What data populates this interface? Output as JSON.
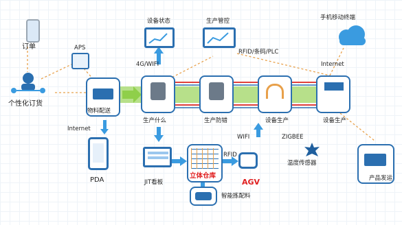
{
  "labels": {
    "order": "订单",
    "aps": "APS",
    "personal_order": "个性化订货",
    "material_delivery": "物料配送",
    "internet_left": "Internet",
    "pda": "PDA",
    "device_status": "设备状态",
    "production_control": "生产管控",
    "mobile_terminal": "手机移动终端",
    "link_4g_wifi": "4G/WIFI",
    "link_rfid_barcode_plc": "RFID/条码/PLC",
    "internet_right": "Internet",
    "produce_what": "生产什么",
    "production_error_proof": "生产防错",
    "device_production_1": "设备生产",
    "device_production_2": "设备生产",
    "jit_board": "JIT看板",
    "wifi": "WIFI",
    "zigbee": "ZIGBEE",
    "rfid": "RFID",
    "warehouse": "立体仓库",
    "agv": "AGV",
    "temp_sensor": "温度传感器",
    "smart_picking": "智能拣配料",
    "product_shipping": "产品发运"
  },
  "colors": {
    "blue": "#2b6fb0",
    "light_blue": "#3a9be0",
    "green_band": "#b7e08a",
    "red_line": "#e0403a",
    "orange_dash": "#e8a04a"
  }
}
